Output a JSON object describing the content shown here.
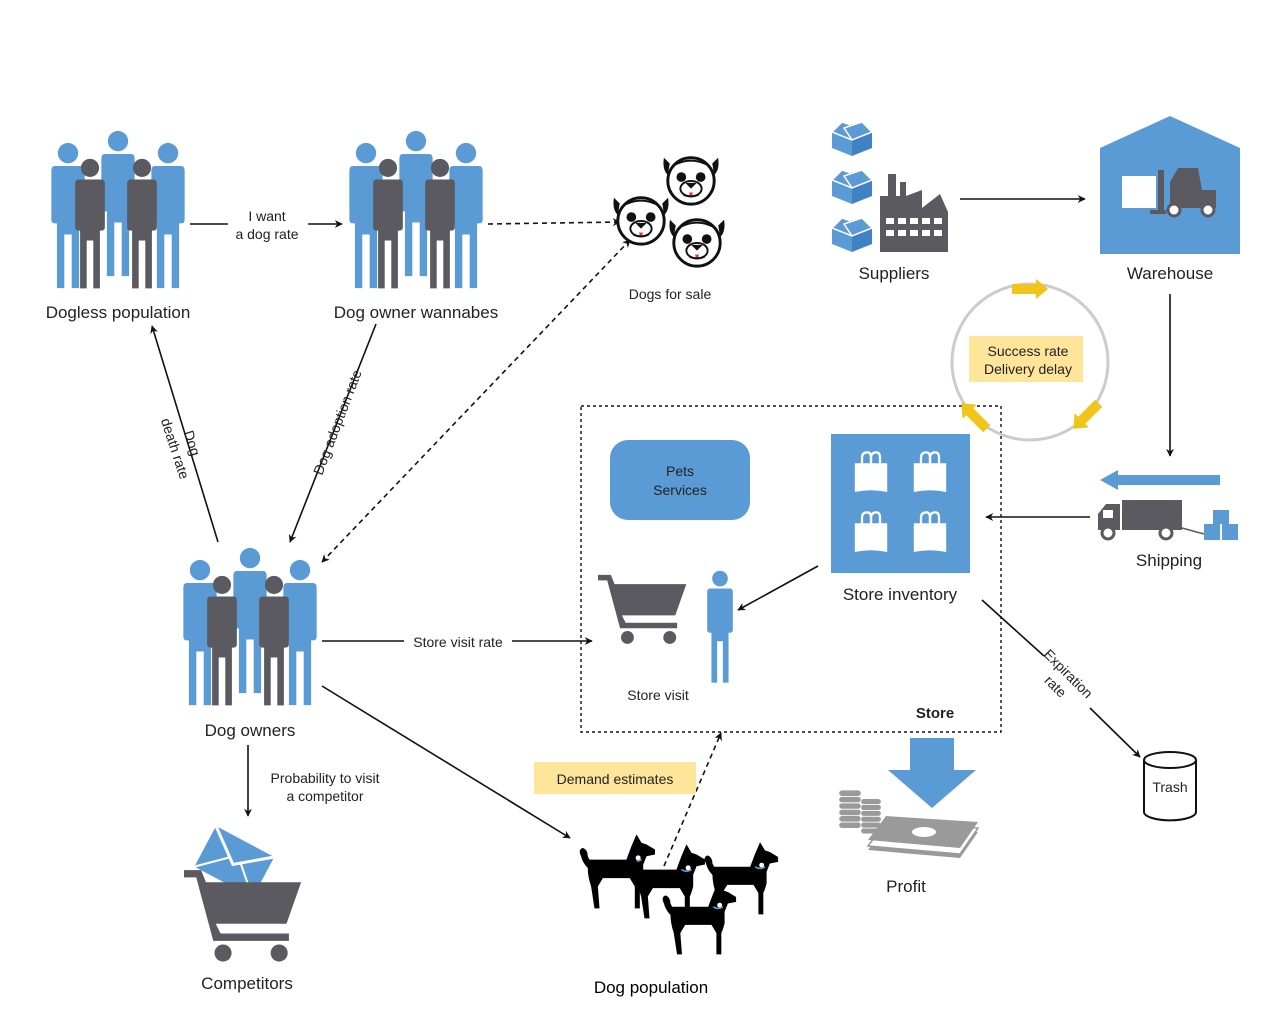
{
  "colors": {
    "blue": "#5b9bd5",
    "gray": "#5a5a60",
    "yellow": "#ffe59a",
    "gold": "#f0c419",
    "black": "#111111"
  },
  "nodes": {
    "dogless_population": "Dogless population",
    "dog_owner_wannabes": "Dog owner wannabes",
    "dogs_for_sale": "Dogs for sale",
    "dog_owners": "Dog owners",
    "competitors": "Competitors",
    "dog_population": "Dog population",
    "suppliers": "Suppliers",
    "warehouse": "Warehouse",
    "shipping": "Shipping",
    "store_inventory": "Store inventory",
    "store_visit": "Store visit",
    "store": "Store",
    "pets_services": [
      "Pets",
      "Services"
    ],
    "profit": "Profit",
    "trash": "Trash"
  },
  "flows": {
    "i_want": [
      "I want",
      "a dog rate"
    ],
    "dog_adoption_rate": "Dog adoption rate",
    "dog_death_rate": [
      "Dog",
      "death rate"
    ],
    "store_visit_rate": "Store visit rate",
    "prob_competitor": [
      "Probability to visit",
      "a competitor"
    ],
    "expiration_rate": [
      "Expiration",
      "rate"
    ]
  },
  "notes": {
    "success_delivery": [
      "Success rate",
      "Delivery delay"
    ],
    "demand_estimates": "Demand estimates"
  },
  "icons": {
    "crowd": "people-group-icon",
    "pug": "pug-face-icon",
    "cart": "shopping-cart-icon",
    "person": "person-icon",
    "box": "box-icon",
    "factory": "factory-icon",
    "warehouse": "warehouse-forklift-icon",
    "truck": "delivery-truck-icon",
    "bag": "shopping-bag-icon",
    "envelope": "envelope-icon",
    "dog": "dog-silhouette-icon",
    "money": "money-stack-icon",
    "cylinder": "trash-cylinder-icon"
  }
}
